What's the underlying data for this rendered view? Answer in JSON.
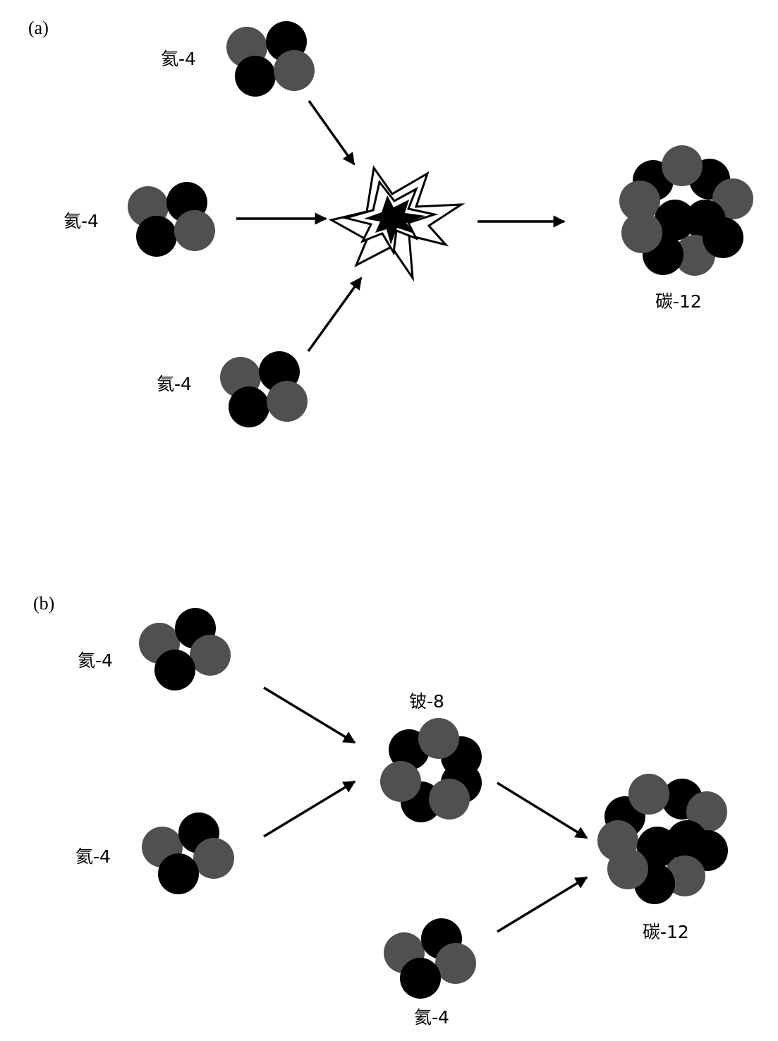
{
  "panels": {
    "a": {
      "label": "(a)",
      "helium_label_1": "氦-4",
      "helium_label_2": "氦-4",
      "helium_label_3": "氦-4",
      "carbon_label": "碳-12"
    },
    "b": {
      "label": "(b)",
      "helium_label_1": "氦-4",
      "helium_label_2": "氦-4",
      "helium_label_3": "氦-4",
      "beryllium_label": "铍-8",
      "carbon_label": "碳-12"
    }
  },
  "colors": {
    "proton": "#505050",
    "neutron": "#000000",
    "arrow": "#000000",
    "background": "#ffffff"
  },
  "icons": {
    "collision": "explosion-burst-icon",
    "nucleon_gray": "proton-sphere",
    "nucleon_black": "neutron-sphere"
  }
}
